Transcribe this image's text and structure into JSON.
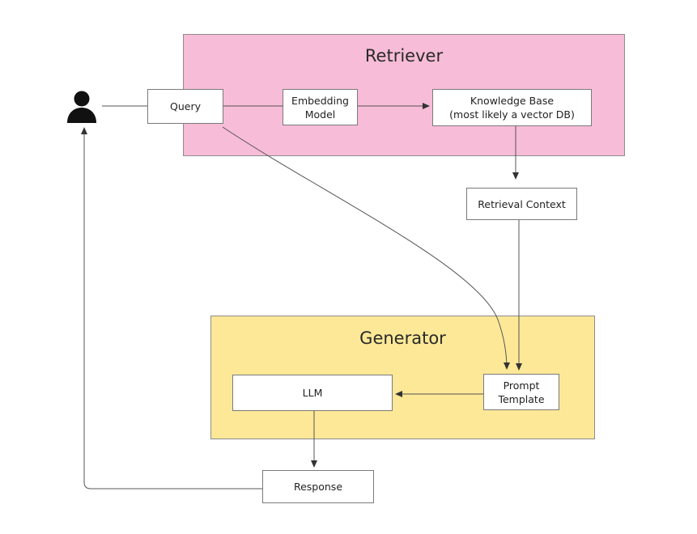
{
  "regions": {
    "retriever": "Retriever",
    "generator": "Generator"
  },
  "nodes": {
    "query": "Query",
    "embedding_model": "Embedding\nModel",
    "knowledge_base": "Knowledge Base\n(most likely a vector DB)",
    "retrieval_context": "Retrieval Context",
    "prompt_template": "Prompt\nTemplate",
    "llm": "LLM",
    "response": "Response"
  },
  "icons": {
    "user": "person-icon"
  },
  "colors": {
    "retriever_fill": "#f7bcd7",
    "generator_fill": "#fce897",
    "edge": "#444444"
  }
}
